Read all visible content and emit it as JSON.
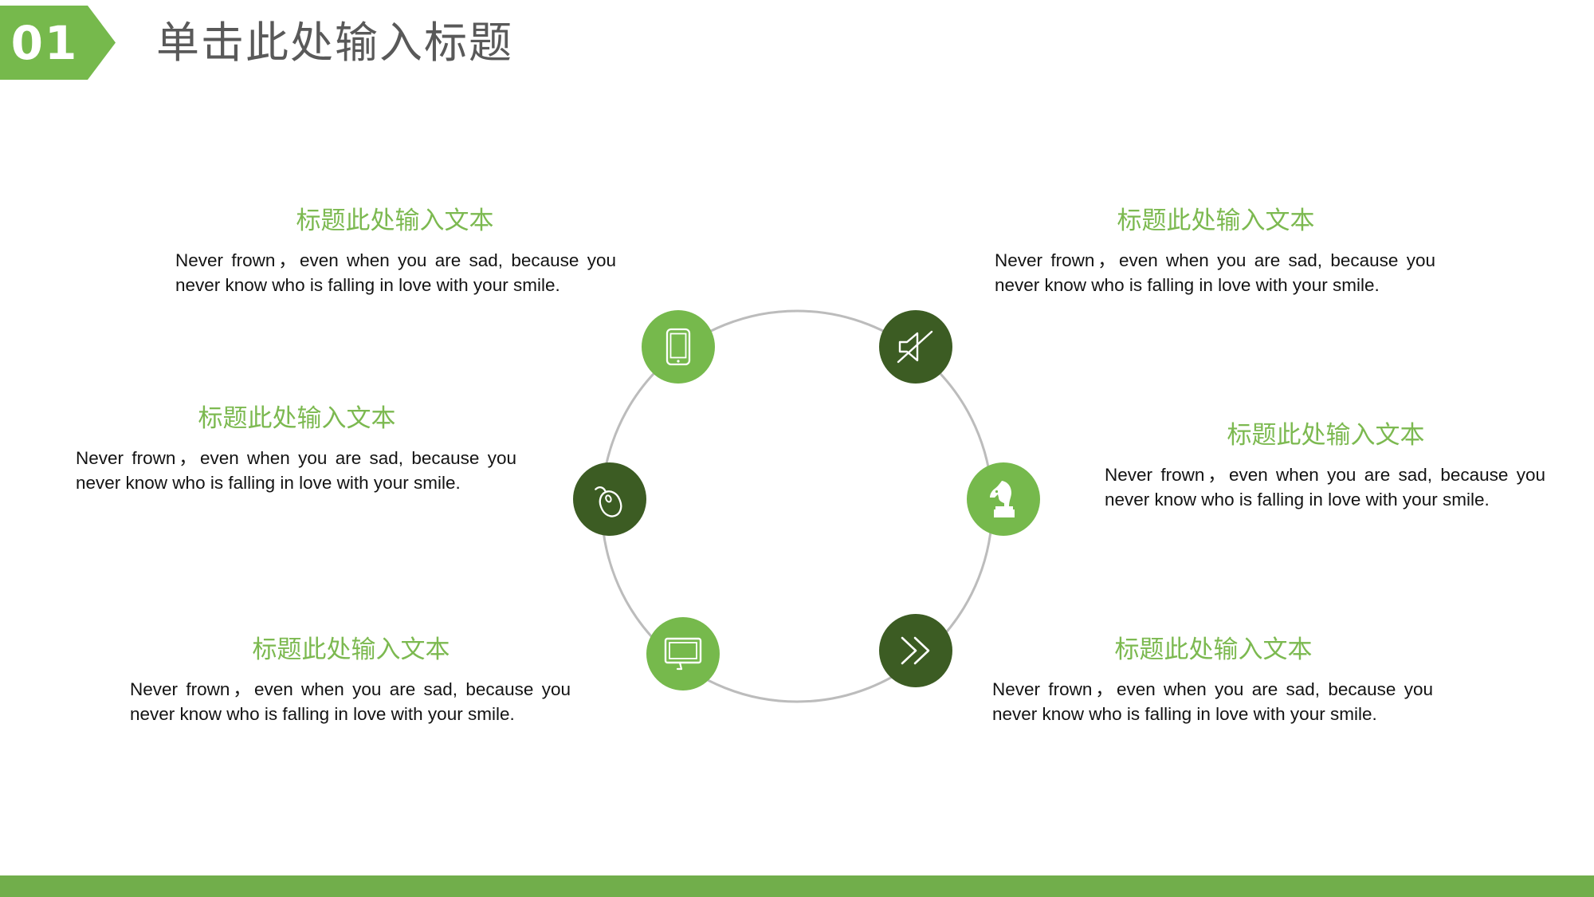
{
  "slide": {
    "badge_number": "01",
    "title": "单击此处输入标题",
    "colors": {
      "accent_light": "#76b94c",
      "accent_dark": "#3c5c23",
      "heading_green": "#7cb950",
      "title_gray": "#595959",
      "hub_ring": "#bcbcbc",
      "footer_bar": "#71ae4b"
    }
  },
  "diagram": {
    "nodes": [
      {
        "id": "tablet",
        "icon": "tablet-icon",
        "tone": "light",
        "position": "top-left"
      },
      {
        "id": "mute",
        "icon": "speaker-mute-icon",
        "tone": "dark",
        "position": "top-right"
      },
      {
        "id": "knight",
        "icon": "chess-knight-icon",
        "tone": "light",
        "position": "right"
      },
      {
        "id": "forward",
        "icon": "double-chevron-right-icon",
        "tone": "dark",
        "position": "bottom-right"
      },
      {
        "id": "monitor",
        "icon": "monitor-icon",
        "tone": "light",
        "position": "bottom-left"
      },
      {
        "id": "mouse",
        "icon": "computer-mouse-icon",
        "tone": "dark",
        "position": "left"
      }
    ]
  },
  "blocks": [
    {
      "title": "标题此处输入文本",
      "body": "Never frown，even when you are sad, because you never know who is falling in love with your smile."
    },
    {
      "title": "标题此处输入文本",
      "body": "Never frown，even when you are sad, because you never know who is falling in love with your smile."
    },
    {
      "title": "标题此处输入文本",
      "body": "Never frown，even when you are sad, because you never know who is falling in love with your smile."
    },
    {
      "title": "标题此处输入文本",
      "body": "Never frown，even when you are sad, because you never know who is falling in love with your smile."
    },
    {
      "title": "标题此处输入文本",
      "body": "Never frown，even when you are sad, because you never know who is falling in love with your smile."
    },
    {
      "title": "标题此处输入文本",
      "body": "Never frown，even when you are sad, because you never know who is falling in love with your smile."
    }
  ]
}
